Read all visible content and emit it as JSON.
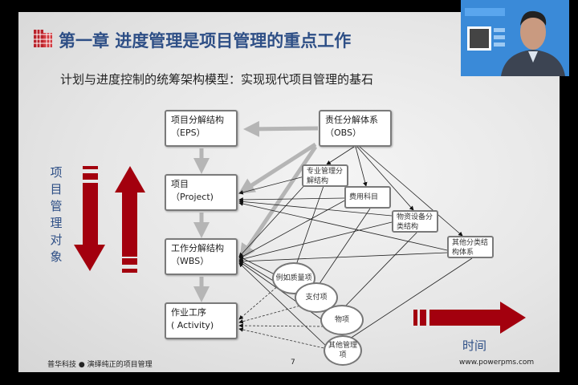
{
  "slide": {
    "title": "第一章  进度管理是项目管理的重点工作",
    "subtitle": "计划与进度控制的统筹架构模型：实现现代项目管理的基石",
    "left_label": "项目管理对象",
    "time_label": "时间",
    "nodes": {
      "eps": [
        "项目分解结构",
        "（EPS）"
      ],
      "obs": [
        "责任分解体系",
        "（OBS）"
      ],
      "project": [
        "项目",
        "（Project)"
      ],
      "wbs": [
        "工作分解结构",
        "（WBS）"
      ],
      "activity": [
        "作业工序",
        "( Activity)"
      ],
      "prof": "专业管理分解结构",
      "cost": "费用科目",
      "material": "物资设备分类结构",
      "other_struct": "其他分类结构体系",
      "quality": "例如质量项",
      "payment": "支付项",
      "item": "物项",
      "other_mgmt": "其他管理项"
    },
    "footer_left": "普华科技 ● 演绎纯正的项目管理",
    "page_number": "7",
    "footer_right": "www.powerpms.com"
  },
  "colors": {
    "title": "#2e4f86",
    "accent_red": "#a3000e",
    "gray_arrow": "#b5b5b5"
  },
  "icons": {
    "logo": "red-building-icon"
  }
}
